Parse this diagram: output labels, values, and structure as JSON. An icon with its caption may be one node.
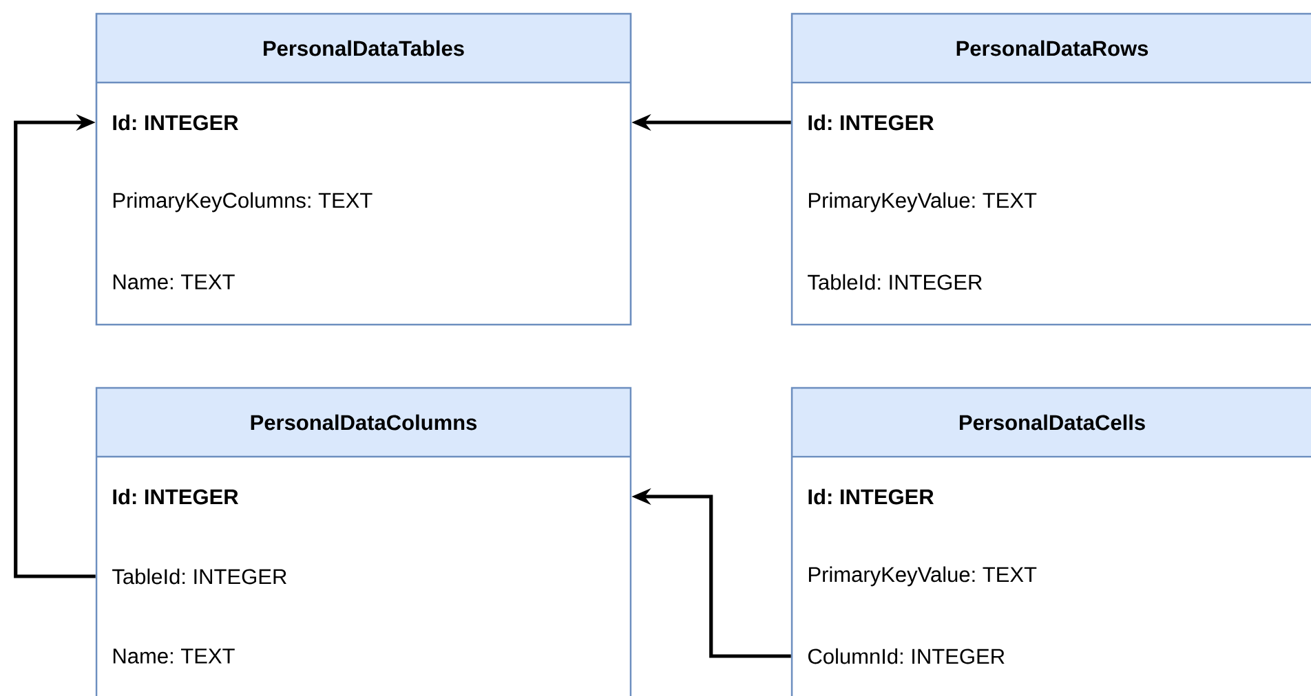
{
  "diagram": {
    "nodes": [
      {
        "text": [
          "PersonalDataTables",
          "Id: INTEGER",
          "PrimaryKeyColumns: TEXT",
          "Name: TEXT"
        ]
      },
      {
        "text": [
          "PersonalDataRows",
          "Id: INTEGER",
          "PrimaryKeyValue: TEXT",
          "TableId: INTEGER"
        ]
      },
      {
        "text": [
          "PersonalDataColumns",
          "Id: INTEGER",
          "TableId: INTEGER",
          "Name: TEXT"
        ]
      },
      {
        "text": [
          "PersonalDataCells",
          "Id: INTEGER",
          "PrimaryKeyValue: TEXT",
          "ColumnId: INTEGER"
        ]
      }
    ],
    "edges": [
      {
        "from": 1,
        "to": 0,
        "arrow": "to"
      },
      {
        "from": 2,
        "to": 0,
        "arrow": "to"
      },
      {
        "from": 3,
        "to": 2,
        "arrow": "to"
      }
    ]
  }
}
